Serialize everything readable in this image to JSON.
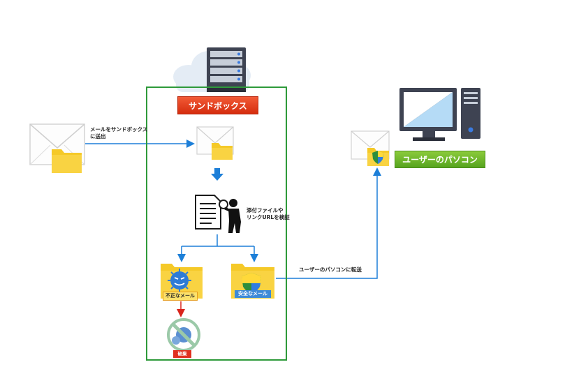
{
  "sandbox": {
    "title": "サンドボックス"
  },
  "user_pc": {
    "title": "ユーザーのパソコン"
  },
  "steps": {
    "send_to_sandbox": [
      "メールをサンドボックス",
      "に送出"
    ],
    "inspect": [
      "添付ファイルや",
      "リンクURLを検証"
    ],
    "forward": "ユーザーのパソコンに転送"
  },
  "results": {
    "malicious": "不正なメール",
    "safe": "安全なメール",
    "discard": "破棄"
  },
  "colors": {
    "frame": "#2e9a3a",
    "sandbox_banner": "#e4401c",
    "pc_banner": "#6cb52a",
    "arrow_blue": "#1d7fd8",
    "arrow_red": "#d9241c",
    "folder": "#f5c928"
  },
  "icons": [
    "cloud-icon",
    "server-icon",
    "mail-icon",
    "folder-icon",
    "document-icon",
    "magnifier-icon",
    "virus-icon",
    "shield-icon",
    "desktop-pc-icon"
  ]
}
